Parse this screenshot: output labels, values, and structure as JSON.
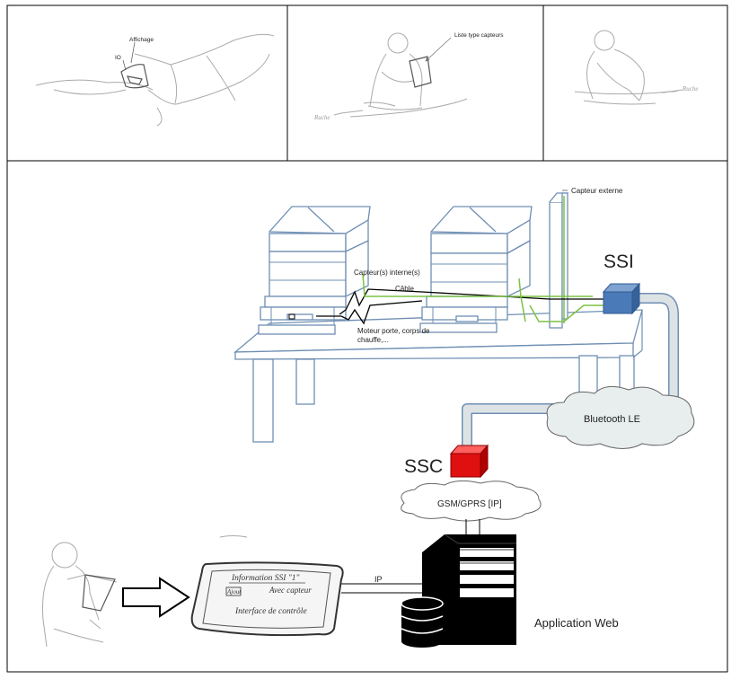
{
  "panels": {
    "sketch1": {
      "affichage": "Affichage",
      "io": "IO"
    },
    "sketch2": {
      "liste": "Liste type capteurs",
      "ruche": "Ruche"
    },
    "sketch3": {
      "ruche": "Ruche"
    }
  },
  "diagram": {
    "capteur_externe": "Capteur  externe",
    "ssi": "SSI",
    "capteurs_internes": "Capteur(s) interne(s)",
    "cable": "Câble",
    "moteur_line1": "Moteur porte, corps de",
    "moteur_line2": "chauffe,...",
    "bluetooth": "Bluetooth LE",
    "ssc": "SSC",
    "gsm": "GSM/GPRS [IP]",
    "ip": "IP",
    "app_web": "Application Web"
  },
  "tablet": {
    "line1": "Information SSI \"1\"",
    "line2a": "Ajout",
    "line2b": "Avec capteur",
    "line3": "Interface de contrôle"
  },
  "colors": {
    "ssi_box": "#4a7ab8",
    "ssc_box": "#e01010",
    "cable_green": "#7dc242",
    "pipe": "#dde3e5",
    "server": "#000000"
  }
}
